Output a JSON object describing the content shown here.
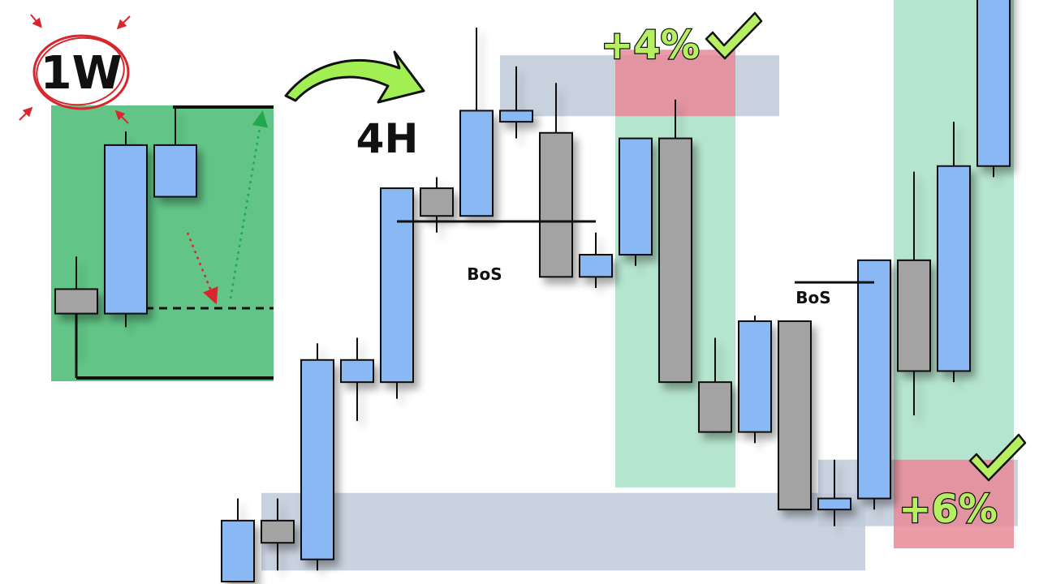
{
  "labels": {
    "weekly_timeframe": "1W",
    "intraday_timeframe": "4H",
    "bos_first": "BoS",
    "bos_second": "BoS",
    "gain_first": "+4%",
    "gain_second": "+6%"
  },
  "colors": {
    "bullish_candle": "#8ab8f4",
    "bearish_candle": "#a3a3a3",
    "weekly_zone": "#62c587",
    "demand_zone": "#bfcad9",
    "target_zone": "#e88a96",
    "profit_zone": "#9cdcbd",
    "arrow_green": "#a2ef54",
    "check_green": "#b6f060",
    "circle_red": "#d9262e",
    "dotted_red": "#d9262e",
    "dotted_green": "#22a84c"
  },
  "icons": {
    "timeframe_arrow": "curved-right-arrow-icon",
    "gain_check": "checkmark-icon"
  },
  "chart_data": [
    {
      "type": "candlestick",
      "timeframe": "1W",
      "ylim": [
        0,
        100
      ],
      "candles": [
        {
          "open": 33,
          "high": 45,
          "low": 8,
          "close": 24
        },
        {
          "open": 24,
          "high": 91,
          "low": 19,
          "close": 86
        },
        {
          "open": 67,
          "high": 100,
          "low": 67,
          "close": 86
        }
      ],
      "dotted_path_down": {
        "from": 59,
        "to": 32
      },
      "dotted_path_up": {
        "from": 32,
        "to": 96
      },
      "levels": {
        "top": 100,
        "dashed": 34,
        "bottom": 2
      }
    },
    {
      "type": "candlestick",
      "timeframe": "4H",
      "ylim": [
        0,
        100
      ],
      "candles": [
        {
          "open": 0,
          "high": 15,
          "low": 0,
          "close": 11
        },
        {
          "open": 11,
          "high": 15,
          "low": 2,
          "close": 7
        },
        {
          "open": 4,
          "high": 43,
          "low": 2,
          "close": 40
        },
        {
          "open": 36,
          "high": 44,
          "low": 29,
          "close": 40
        },
        {
          "open": 36,
          "high": 71,
          "low": 33,
          "close": 71
        },
        {
          "open": 71,
          "high": 73,
          "low": 63,
          "close": 66
        },
        {
          "open": 66,
          "high": 100,
          "low": 66,
          "close": 85
        },
        {
          "open": 83,
          "high": 93,
          "low": 80,
          "close": 85
        },
        {
          "open": 81,
          "high": 90,
          "low": 55,
          "close": 55
        },
        {
          "open": 55,
          "high": 63,
          "low": 53,
          "close": 59
        },
        {
          "open": 59,
          "high": 80,
          "low": 57,
          "close": 80
        },
        {
          "open": 80,
          "high": 87,
          "low": 36,
          "close": 36
        },
        {
          "open": 36,
          "high": 44,
          "low": 27,
          "close": 27
        },
        {
          "open": 27,
          "high": 48,
          "low": 25,
          "close": 47
        },
        {
          "open": 47,
          "high": 47,
          "low": 13,
          "close": 13
        },
        {
          "open": 13,
          "high": 22,
          "low": 10,
          "close": 15
        },
        {
          "open": 15,
          "high": 58,
          "low": 13,
          "close": 58
        },
        {
          "open": 58,
          "high": 74,
          "low": 30,
          "close": 38
        },
        {
          "open": 38,
          "high": 83,
          "low": 36,
          "close": 75
        },
        {
          "open": 75,
          "high": 108,
          "low": 73,
          "close": 108
        }
      ],
      "bos_levels": [
        {
          "from_candle": 4,
          "to_candle": 9,
          "price": 65
        },
        {
          "from_candle": 14,
          "to_candle": 16,
          "price": 54
        }
      ],
      "zones": {
        "supply": {
          "from_candle": 7,
          "to_candle": 13,
          "low": 84,
          "high": 95
        },
        "target": {
          "from_candle": 10,
          "to_candle": 12,
          "low": 84,
          "high": 96
        },
        "profit_long": {
          "from_candle": 10,
          "to_candle": 12,
          "low": 17,
          "high": 84
        },
        "demand_low": {
          "from_candle": 1,
          "to_candle": 15,
          "low": 2,
          "high": 16
        },
        "demand_right": {
          "from_candle": 15,
          "to_candle": 19,
          "low": 10,
          "high": 22
        },
        "target_low": {
          "from_candle": 17,
          "to_candle": 19,
          "low": 6,
          "high": 22
        },
        "profit_short": {
          "from_candle": 17,
          "to_candle": 19,
          "low": 22,
          "high": 112
        }
      }
    }
  ]
}
